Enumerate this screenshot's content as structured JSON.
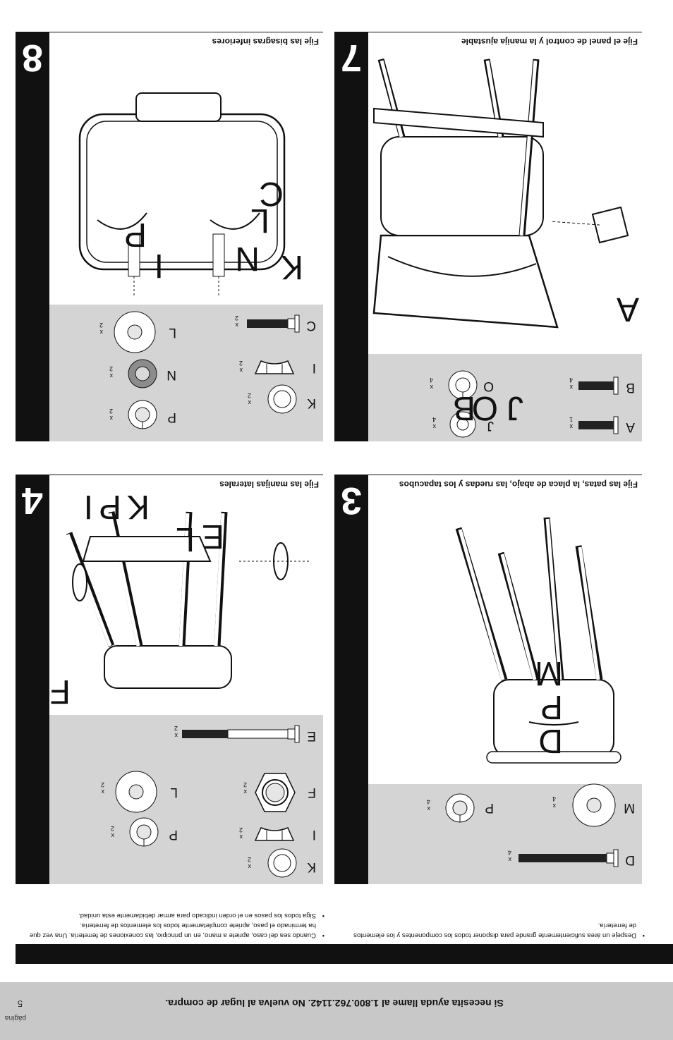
{
  "footer": {
    "help_text": "Si necesita ayuda llame al 1.800.762.1142. No vuelva al lugar de compra.",
    "page_label": "página",
    "page_number": "5"
  },
  "instructions": {
    "left": "Despeje un área suficientemente grande para disponer todos los componentes y los elementos de ferretería.",
    "right_1": "Cuando sea del caso, apriete a mano, en un principio, las conexiones de ferretería. Una vez que ha terminado el paso, apriete completamente todos los elementos de ferretería.",
    "right_2": "Siga todos los pasos en el orden indicado para armar debidamente esta unidad."
  },
  "steps": [
    {
      "number": "3",
      "title": "Fije las patas, la placa de abajo, las ruedas y los tapacubos",
      "parts": [
        {
          "letter": "D",
          "qty": "x 4"
        },
        {
          "letter": "M",
          "qty": "x 4"
        },
        {
          "letter": "P",
          "qty": "x 4"
        }
      ],
      "callouts": [
        "D",
        "P",
        "M"
      ]
    },
    {
      "number": "4",
      "title": "Fije las manijas laterales",
      "parts": [
        {
          "letter": "E",
          "qty": "x 2"
        },
        {
          "letter": "F",
          "qty": "x 2"
        },
        {
          "letter": "L",
          "qty": "x 2"
        },
        {
          "letter": "I",
          "qty": "x 2"
        },
        {
          "letter": "P",
          "qty": "x 2"
        },
        {
          "letter": "K",
          "qty": "x 2"
        }
      ],
      "callouts": [
        "F",
        "E",
        "L",
        "K",
        "P",
        "I"
      ]
    },
    {
      "number": "7",
      "title": "Fije el panel de control y la manija ajustable",
      "parts": [
        {
          "letter": "A",
          "qty": "x 1"
        },
        {
          "letter": "B",
          "qty": "x 4"
        },
        {
          "letter": "J",
          "qty": "x 4"
        },
        {
          "letter": "O",
          "qty": "x 4"
        }
      ],
      "callouts": [
        "B",
        "O",
        "J",
        "A"
      ]
    },
    {
      "number": "8",
      "title": "Fije las bisagras inferiores",
      "parts": [
        {
          "letter": "C",
          "qty": "x 2"
        },
        {
          "letter": "L",
          "qty": "x 2"
        },
        {
          "letter": "I",
          "qty": "x 2"
        },
        {
          "letter": "N",
          "qty": "x 2"
        },
        {
          "letter": "K",
          "qty": "x 2"
        },
        {
          "letter": "P",
          "qty": "x 2"
        }
      ],
      "callouts": [
        "K",
        "I",
        "N",
        "P",
        "L",
        "C"
      ]
    }
  ]
}
